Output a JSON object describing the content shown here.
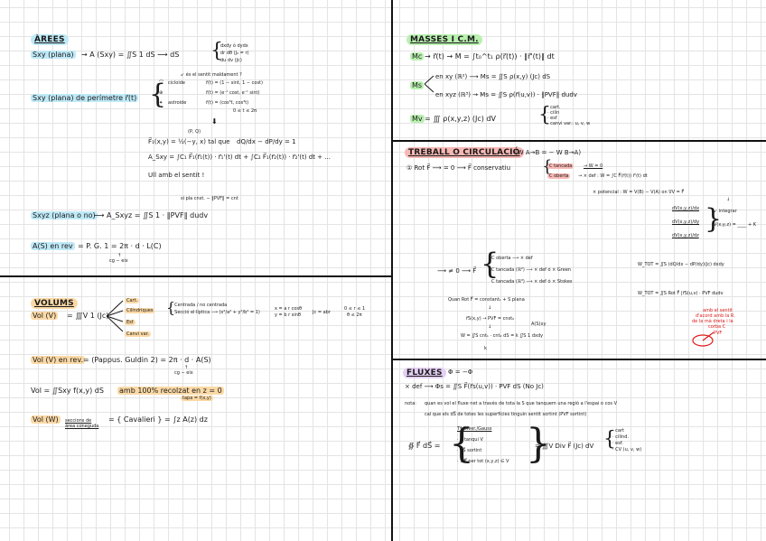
{
  "colors": {
    "areas_highlight": "#bfe9f7",
    "masses_highlight": "#b9f0b0",
    "treball_highlight": "#f7b8b4",
    "fluxes_highlight": "#e5cff3",
    "volums_highlight": "#fbd9a6",
    "annotation_red": "#e01818"
  },
  "arees": {
    "title": "ÀREES",
    "line1_lhs": "Sxy (plana)",
    "line1_arrow": "→ A (Sxy) = ∬S 1 dS ⟶ dS",
    "line1_cases": [
      "dxdy ó dydx",
      "dr dθ (J₀ = r)",
      "du dv (Jc)"
    ],
    "sense_note": "↙ és el sentit maldament ?",
    "line2_lhs": "Sxy (plana) de perímetre r⃗(t)",
    "curves": [
      {
        "name": "cicloide",
        "formula": "r⃗(t) = (1 − sint, 1 − cost)"
      },
      {
        "name": "",
        "formula": "r⃗(t) = (e⁻ᵗ cost, e⁻ᵗ sint)"
      },
      {
        "name": "astroide",
        "formula": "r⃗(t) = (cos³t, cos³t)"
      }
    ],
    "range": "0 ≤ t ≤ 2π",
    "down_arrow": "⬇",
    "pq_label": "(P, Q)",
    "field_def": "F⃗₁(x,y) = ½(−y, x)  tal que",
    "field_cond": "dQ/dx − dP/dy = 1",
    "area_formula": "A_Sxy = ∫C₁ F⃗₁(r⃗₁(t)) · r⃗₁'(t) dt + ∫C₂ F⃗₁(r⃗₂(t)) · r⃗₂'(t) dt + ...",
    "warning": "Ull amb el sentit !",
    "param_note": "si pla cnst. − ‖PVF‖ = cnt",
    "line3_lhs": "Sxyz (plana o no)",
    "line3_rhs": "⟶ A_Sxyz = ∬S 1 · ‖PVF‖ dudv",
    "line4_lhs": "A(S) en rev",
    "line4_rhs": "= P. G. 1 =  2π · d · L(C)",
    "line4_note": "cg − eix"
  },
  "volums": {
    "title": "VOLUMS",
    "lhs": "Vol (V)",
    "rhs": "= ∭V 1 (Jc)",
    "branches": [
      "Cart.",
      "Cilíndriques",
      "Esf",
      "Canvi var."
    ],
    "cil_options": [
      "· Centrada / no centrada",
      "· Secció el·líptica ⟶ (x²/a² + y²/b² = 1)"
    ],
    "cil_subst": [
      "x = a r cosθ",
      "y = b r sinθ"
    ],
    "cil_jacobian": "Jc = abr",
    "cil_range": [
      "0 ≤ r ≤ 1",
      "θ ≤ 2π"
    ],
    "rev_lhs": "Vol (V) en rev.",
    "rev_rhs": "= (Pappus. Guldin 2) =  2π · d · A(S)",
    "rev_note": "cg − eix",
    "proj_lhs": "Vol = ∬Sxy f(x,y) dS",
    "proj_note1": "amb 100% recolzat en z = 0",
    "proj_note2": "tapa = f(x,y)",
    "caval_lhs": "Vol (W)",
    "caval_sub1": "seccions de",
    "caval_sub2": "àrea coneguda",
    "caval_rhs": "= { Cavalieri } = ∫z A(z) dz"
  },
  "masses": {
    "title": "MASSES I C.M.",
    "mc_label": "Mc",
    "mc_formula": "→ r⃗(t) →  M = ∫t₀^t₁ ρ(r⃗(t)) · ‖r⃗'(t)‖ dt",
    "ms_label": "Ms",
    "ms_xy": "en xy (ℝ²) ⟶ Ms = ∬S ρ(x,y) (Jc) dS",
    "ms_xyz": "en xyz (ℝ³) → Ms = ∬S ρ(r⃗(u,v)) · ‖PVF‖ dudv",
    "mv_label": "Mv",
    "mv_formula": "= ∭ ρ(x,y,z) (Jc) dV",
    "mv_options": [
      "· cart.",
      "· cilín",
      "· esf",
      "· canvi var.: u, v, w"
    ]
  },
  "treball": {
    "title": "TREBALL O CIRCULACIÓ",
    "symmetry": "(W A→B = − W B→A)",
    "case1_start": "① Rot F⃗ ⟶ = 0 ⟶ F⃗ conservatiu",
    "closed": "C tancada",
    "closed_result": "→ W = 0",
    "open": "C oberta",
    "open_def": "→ × def :  W = ∫C F⃗(r⃗(t)) r⃗'(t) dt",
    "potential": "× potencial :  W = V(B) − V(A)   on  ∇V = F⃗",
    "partials": [
      "dV(x,y,z)/dx",
      "dV(x,y,z)/dy",
      "dV(x,y,z)/dz"
    ],
    "integrate": "↙ integrar",
    "v_result": "V(x,y,z) = ____ + K",
    "case2_start": "⟶ ≠ 0 ⟶ F⃗",
    "case2_options": [
      "C oberta ⟶ × def",
      "C tancada (ℝ²) ⟶ × def  ó  × Green",
      "C tancada (ℝ³) ⟶ × def  ó  × Stokes"
    ],
    "green": "W_TOT = ∬S (dQ/dx − dP/dy)(Jc) dxdy",
    "stokes": "W_TOT = ∬S Rot F⃗ |r⃗S(u,v) · PVF dudv",
    "red_note": [
      "amb el sentit",
      "d'acord amb la R.",
      "de la mà dreta i la",
      "corba C"
    ],
    "red_label": "PVF",
    "const_rot": "Quan Rot F⃗ = constant₁ + S plana",
    "const_step2": "r⃗S(x,y) → PVF = cnst₂",
    "const_step3": "W = ∬S cnt₁ · cnt₂ dS = k ∬S 1 dxdy",
    "const_k": "k",
    "const_area": "A(S)xy"
  },
  "fluxes": {
    "title": "FLUXES",
    "symmetry": "Φ = −Φ",
    "def": "× def ⟶ Φs = ∬S F⃗(r⃗s(u,v)) · PVF dS   (No Jc)",
    "note_label": "nota:",
    "note1": "quan es vol el fluxe net a través de tota la S que tanquem una regió a l'espai o cos V",
    "note2": "cal que els dS⃗ de totes les superfícies tinguin sentit sortint (PVF sortint)",
    "gauss_lhs": "∯ F⃗ dS⃗ =",
    "gauss_conditions_title": "Tª Diver./Gauss",
    "gauss_conditions": [
      "· S tanqui V",
      "· dS⃗ sortint",
      "· ∃ F⃗ per tot (x,y,z) ∈ V"
    ],
    "gauss_rhs": "= ∭V Div F⃗ (Jc) dV",
    "gauss_options": [
      "· cart",
      "· cilínd.",
      "· esf.",
      "· CV (u, v, w)"
    ]
  }
}
